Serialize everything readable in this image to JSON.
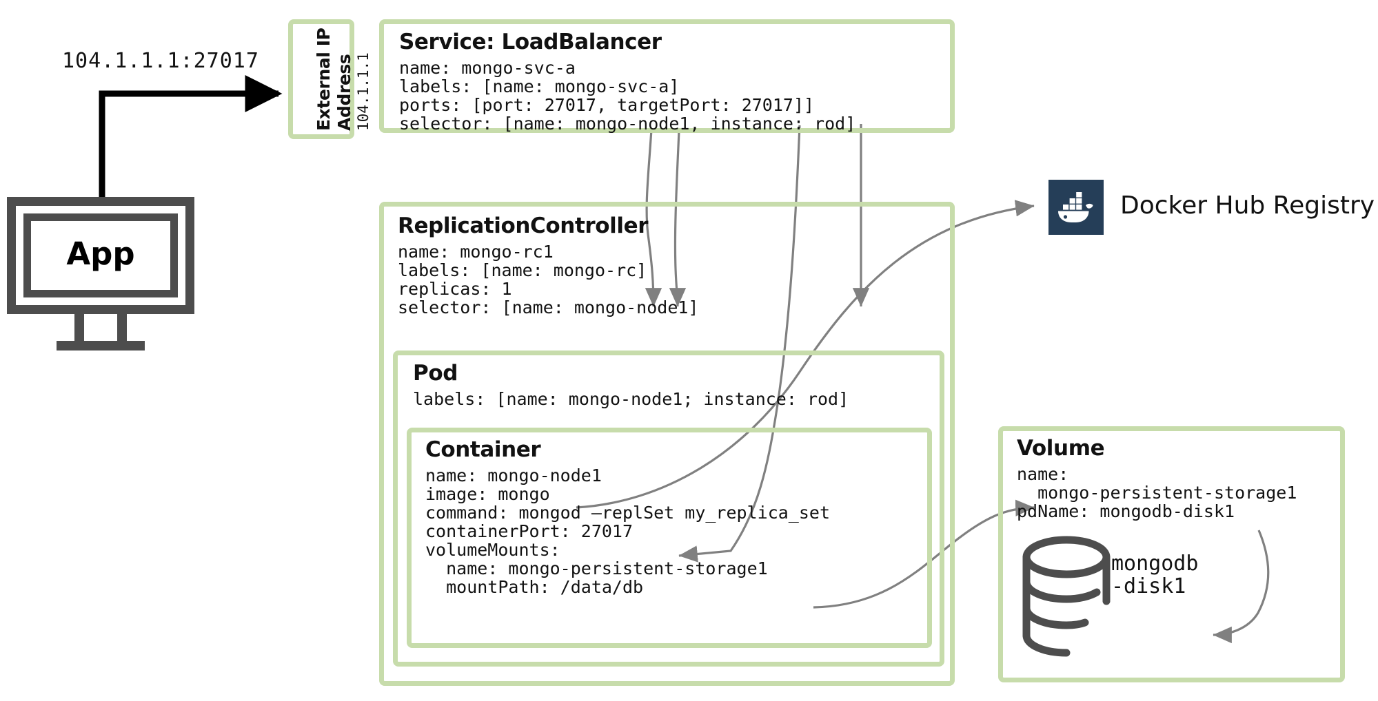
{
  "client": {
    "monitor_label": "App",
    "connection_label": "104.1.1.1:27017"
  },
  "external_ip": {
    "title": "External IP\nAddress",
    "title_line1": "External IP",
    "title_line2": "Address",
    "address": "104.1.1.1"
  },
  "service": {
    "heading": "Service: LoadBalancer",
    "lines": [
      "name: mongo-svc-a",
      "labels: [name: mongo-svc-a]",
      "ports: [port: 27017, targetPort: 27017]]",
      "selector: [name: mongo-node1, instance: rod]"
    ]
  },
  "replication_controller": {
    "heading": "ReplicationController",
    "lines": [
      "name: mongo-rc1",
      "labels: [name: mongo-rc]",
      "replicas: 1",
      "selector: [name: mongo-node1]"
    ]
  },
  "pod": {
    "heading": "Pod",
    "lines": [
      "labels: [name: mongo-node1; instance: rod]"
    ]
  },
  "container": {
    "heading": "Container",
    "lines": [
      "name: mongo-node1",
      "image: mongo",
      "command: mongod –replSet my_replica_set",
      "containerPort: 27017",
      "volumeMounts:",
      "  name: mongo-persistent-storage1",
      "  mountPath: /data/db"
    ]
  },
  "volume": {
    "heading": "Volume",
    "lines": [
      "name:",
      "  mongo-persistent-storage1",
      "pdName: mongodb-disk1"
    ],
    "disk_label_line1": "mongodb",
    "disk_label_line2": "-disk1"
  },
  "registry": {
    "label": "Docker Hub Registry",
    "icon": "docker-whale-icon"
  },
  "colors": {
    "box_border_green": "#c7dcab",
    "text_dark": "#121212",
    "monitor_gray": "#4d4d4d",
    "arrow_gray": "#808080",
    "arrow_black": "#000000",
    "docker_navy": "#253e58"
  }
}
